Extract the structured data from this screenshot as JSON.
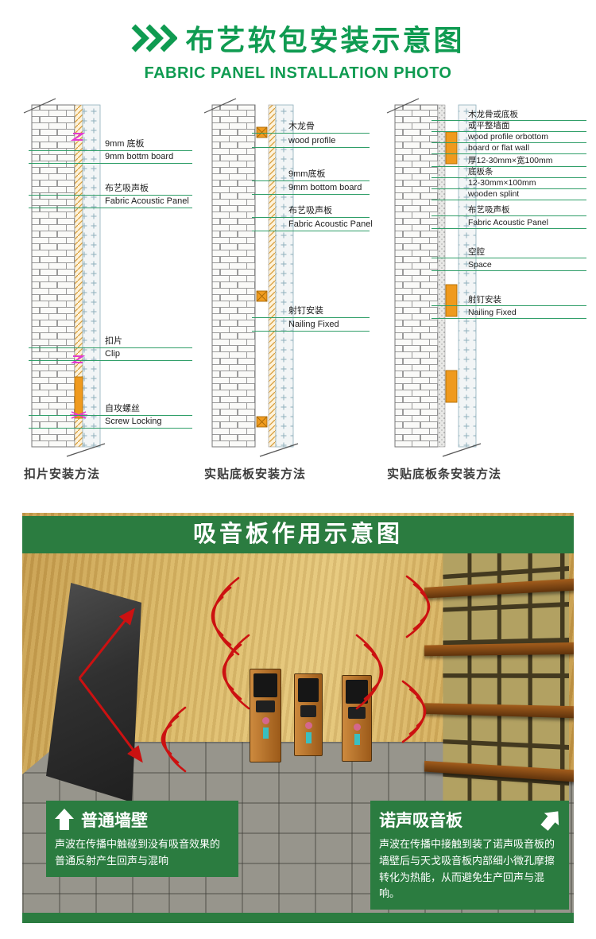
{
  "header": {
    "title_zh": "布艺软包安装示意图",
    "title_en": "FABRIC PANEL INSTALLATION PHOTO"
  },
  "diagrams": [
    {
      "caption": "扣片安装方法",
      "labels": [
        {
          "rows": [
            "9mm 底板",
            "9mm bottm board"
          ]
        },
        {
          "rows": [
            "布艺吸声板",
            "Fabric Acoustic Panel"
          ]
        },
        {
          "rows": [
            "扣片",
            "Clip"
          ]
        },
        {
          "rows": [
            "自攻螺丝",
            "Screw Locking"
          ]
        }
      ]
    },
    {
      "caption": "实贴底板安装方法",
      "labels": [
        {
          "rows": [
            "木龙骨",
            "wood profile"
          ]
        },
        {
          "rows": [
            "9mm底板",
            "9mm bottom board"
          ]
        },
        {
          "rows": [
            "布艺吸声板",
            "Fabric Acoustic Panel"
          ]
        },
        {
          "rows": [
            "射钉安装",
            "Nailing Fixed"
          ]
        }
      ]
    },
    {
      "caption": "实贴底板条安装方法",
      "labels": [
        {
          "rows": [
            "木龙骨或底板",
            "或平整墙面",
            "wood profile orbottom",
            "board or flat wall"
          ]
        },
        {
          "rows": [
            "厚12-30mm×宽100mm",
            "底板条",
            "12-30mm×100mm",
            "wooden splint"
          ]
        },
        {
          "rows": [
            "布艺吸声板",
            "Fabric Acoustic Panel"
          ]
        },
        {
          "rows": [
            "空腔",
            "Space"
          ]
        },
        {
          "rows": [
            "射钉安装",
            "Nailing Fixed"
          ]
        }
      ]
    }
  ],
  "scene": {
    "title": "吸音板作用示意图",
    "left_callout": {
      "title": "普通墙壁",
      "body": "声波在传播中触碰到没有吸音效果的普通反射产生回声与混响"
    },
    "right_callout": {
      "title": "诺声吸音板",
      "body": "声波在传播中接触到装了诺声吸音板的墙壁后与天戈吸音板内部细小微孔摩擦转化为热能，从而避免生产回声与混响。"
    }
  },
  "icons": {
    "header": "double-chevron-right-icon",
    "left_callout": "arrow-up-icon",
    "right_callout": "arrow-up-right-icon"
  },
  "colors": {
    "brand_green": "#0f9b51",
    "scene_green": "#2b7c40",
    "leader_line_green": "#2f9e68",
    "wave_red": "#cc1111",
    "wood_orange": "#ef9a1e",
    "clip_magenta": "#e23ad0"
  }
}
